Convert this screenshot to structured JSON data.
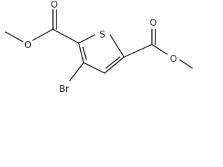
{
  "molecule": {
    "atoms": {
      "sulfur": "S",
      "bromine": "Br",
      "oxygen_left_carbonyl": "O",
      "oxygen_left_ester": "O",
      "oxygen_right_carbonyl": "O",
      "oxygen_right_ester": "O"
    }
  }
}
